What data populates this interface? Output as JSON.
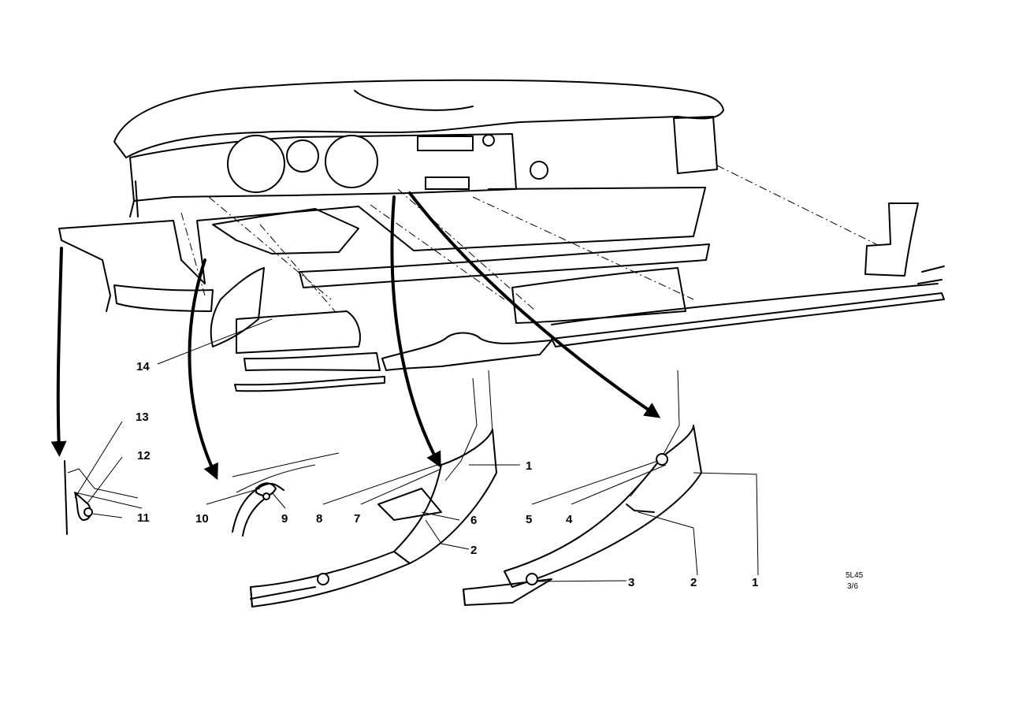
{
  "diagram": {
    "callouts": [
      {
        "id": "c1a",
        "text": "1"
      },
      {
        "id": "c1b",
        "text": "1"
      },
      {
        "id": "c2a",
        "text": "2"
      },
      {
        "id": "c2b",
        "text": "2"
      },
      {
        "id": "c3",
        "text": "3"
      },
      {
        "id": "c4",
        "text": "4"
      },
      {
        "id": "c5",
        "text": "5"
      },
      {
        "id": "c6",
        "text": "6"
      },
      {
        "id": "c7",
        "text": "7"
      },
      {
        "id": "c8",
        "text": "8"
      },
      {
        "id": "c9",
        "text": "9"
      },
      {
        "id": "c10",
        "text": "10"
      },
      {
        "id": "c11",
        "text": "11"
      },
      {
        "id": "c12",
        "text": "12"
      },
      {
        "id": "c13",
        "text": "13"
      },
      {
        "id": "c14",
        "text": "14"
      }
    ],
    "reference_code": {
      "line1": "5L45",
      "line2": "3/6"
    },
    "colors": {
      "ink": "#000000",
      "paper": "#ffffff"
    }
  }
}
